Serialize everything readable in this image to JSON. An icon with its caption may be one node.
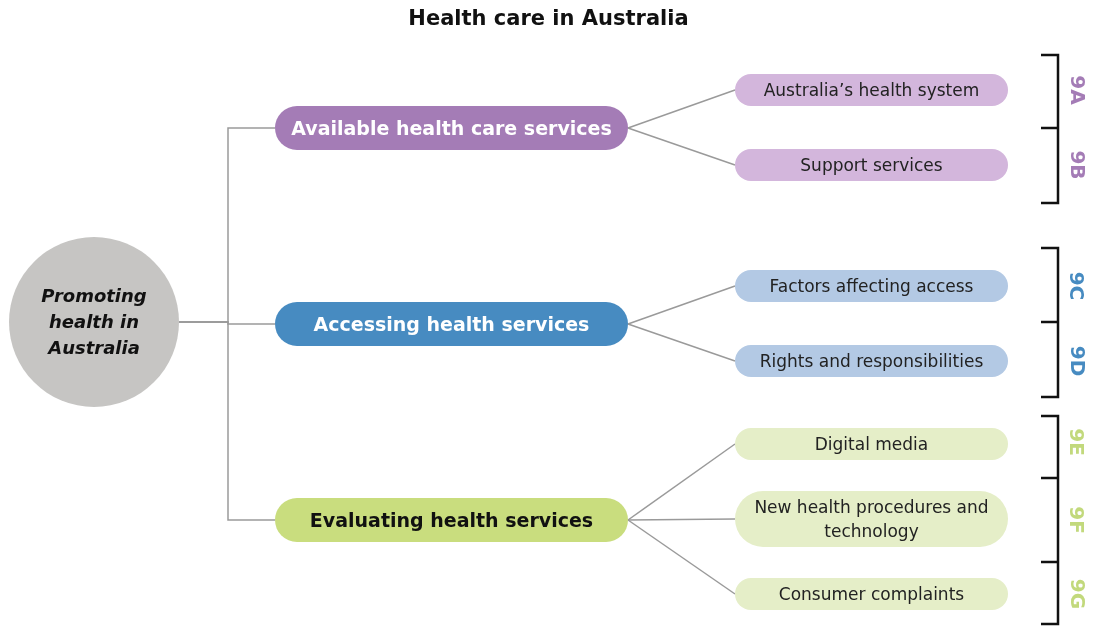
{
  "diagram": {
    "title": "Health care in Australia",
    "nodes": [
      {
        "text": [
          "Promoting health in Australia"
        ]
      },
      {
        "text": [
          "Available health care services"
        ]
      },
      {
        "text": [
          "Australia’s health system"
        ]
      },
      {
        "text": [
          "Support services"
        ]
      },
      {
        "text": [
          "Accessing health services"
        ]
      },
      {
        "text": [
          "Factors affecting access"
        ]
      },
      {
        "text": [
          "Rights and responsibilities"
        ]
      },
      {
        "text": [
          "Evaluating health services"
        ]
      },
      {
        "text": [
          "Digital media"
        ]
      },
      {
        "text": [
          "New health procedures and technology"
        ]
      },
      {
        "text": [
          "Consumer complaints"
        ]
      }
    ],
    "edges": [
      {
        "from": 0,
        "to": 1,
        "arrow": "none"
      },
      {
        "from": 0,
        "to": 4,
        "arrow": "none"
      },
      {
        "from": 0,
        "to": 7,
        "arrow": "none"
      },
      {
        "from": 1,
        "to": 2,
        "arrow": "none"
      },
      {
        "from": 1,
        "to": 3,
        "arrow": "none"
      },
      {
        "from": 4,
        "to": 5,
        "arrow": "none"
      },
      {
        "from": 4,
        "to": 6,
        "arrow": "none"
      },
      {
        "from": 7,
        "to": 8,
        "arrow": "none"
      },
      {
        "from": 7,
        "to": 9,
        "arrow": "none"
      },
      {
        "from": 7,
        "to": 10,
        "arrow": "none"
      }
    ],
    "labels": [
      "9A",
      "9B",
      "9C",
      "9D",
      "9E",
      "9F",
      "9G"
    ]
  }
}
